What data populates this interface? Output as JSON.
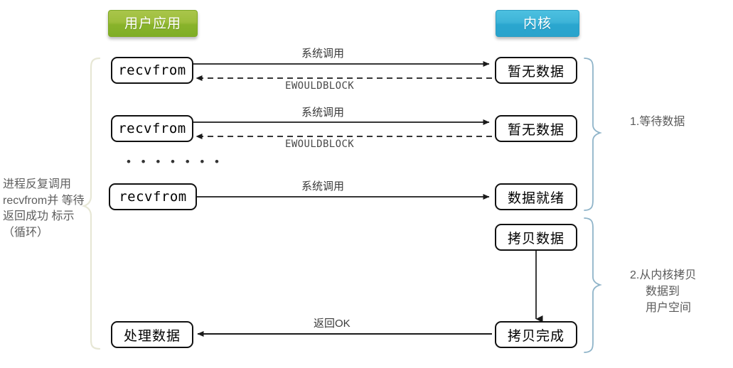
{
  "diagram": {
    "title_user": "用户应用",
    "title_kernel": "内核",
    "colors": {
      "user_pill": "#9dbe3c",
      "kernel_pill": "#3eb4d8",
      "node_border": "#111111",
      "left_brace": "#e8e8d8",
      "right_brace": "#8fb4c9",
      "arrow": "#1a1a1a",
      "label_text": "#3a3a3a",
      "note_text": "#5d5d5d"
    },
    "left_note": "进程反复调用\nrecvfrom并\n等待返回成功\n标示（循环）",
    "dots": "• • • • • • •",
    "nodes": {
      "recvfrom_1": "recvfrom",
      "recvfrom_2": "recvfrom",
      "recvfrom_3": "recvfrom",
      "process_data": "处理数据",
      "no_data_1": "暂无数据",
      "no_data_2": "暂无数据",
      "data_ready": "数据就绪",
      "copy_data": "拷贝数据",
      "copy_done": "拷贝完成"
    },
    "edges": {
      "syscall_1": "系统调用",
      "ewouldblock_1": "EWOULDBLOCK",
      "syscall_2": "系统调用",
      "ewouldblock_2": "EWOULDBLOCK",
      "syscall_3": "系统调用",
      "return_ok": "返回OK"
    },
    "phases": {
      "phase_1": "1.等待数据",
      "phase_2_line1": "2.从内核拷贝",
      "phase_2_line2": "数据到",
      "phase_2_line3": "用户空间"
    }
  }
}
